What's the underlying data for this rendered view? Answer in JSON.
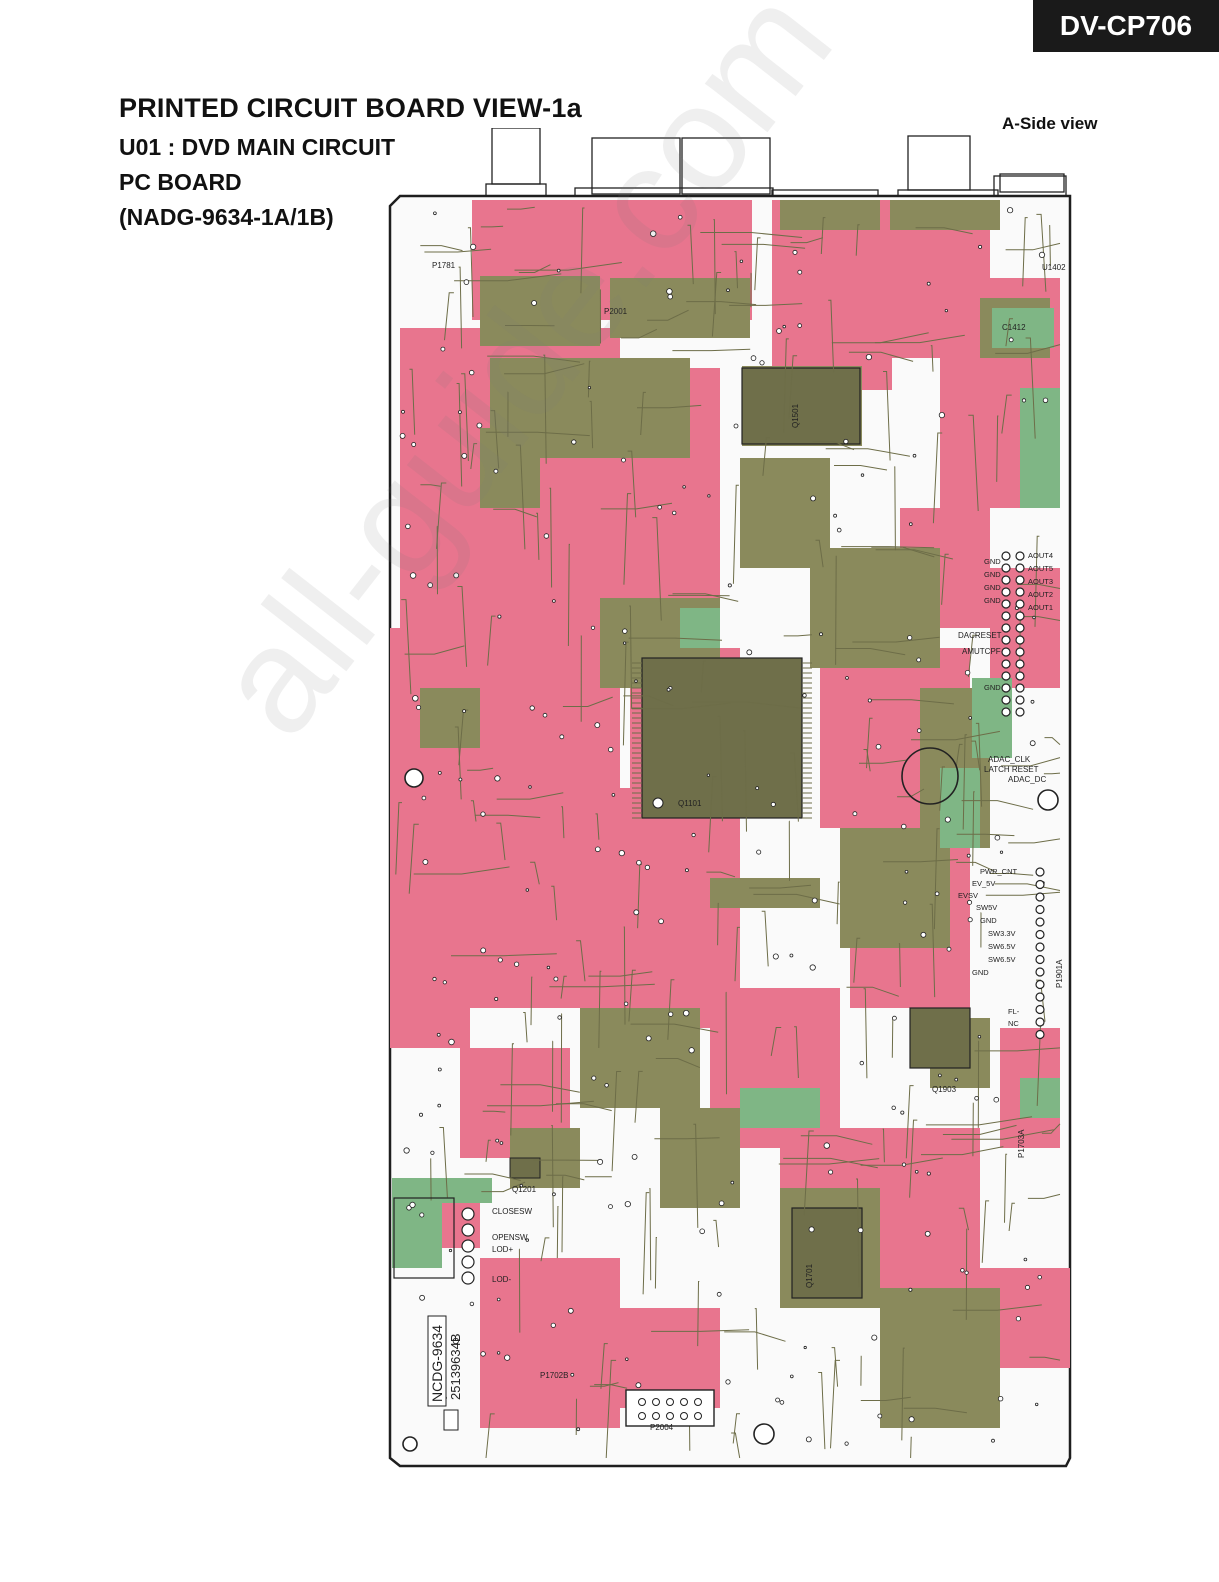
{
  "header": {
    "model": "DV-CP706",
    "title": "PRINTED CIRCUIT BOARD VIEW-1a",
    "subtitle_lines": [
      "U01 : DVD MAIN CIRCUIT",
      "PC BOARD",
      "(NADG-9634-1A/1B)"
    ],
    "side_view": "A-Side view"
  },
  "board": {
    "colors": {
      "substrate": "#ffffff",
      "copper_top": "#e8758e",
      "copper_bottom": "#8a8a5c",
      "silk": "#333333",
      "accent_green": "#7fb685"
    },
    "board_id": "NCDG-9634",
    "board_code": "25139634B",
    "chips": [
      "Q1101",
      "Q1501",
      "Q1701",
      "Q1903",
      "Q1201"
    ],
    "connector_labels_right": [
      "AOUT4",
      "AOUT5",
      "AOUT3",
      "AOUT2",
      "AOUT1",
      "GND",
      "GND",
      "GND",
      "GND",
      "GND"
    ],
    "power_labels": [
      "PWR_CNT",
      "EV_5V",
      "EVSV",
      "SW5V",
      "GND",
      "SW3.3V",
      "SW6.5V",
      "SW6.5V",
      "GND",
      "FL-",
      "NC"
    ],
    "front_labels": [
      "CLOSESW",
      "OPENSW",
      "LOD+",
      "LOD-"
    ],
    "misc_labels": [
      "P1781",
      "P2001",
      "P1702B",
      "P2004",
      "U1402",
      "C1412",
      "P1901A",
      "P1703A",
      "ADAC_CLK",
      "LATCH RESET",
      "ADAC_DC",
      "DACRESET",
      "AMUTCPF"
    ],
    "watermark": "all-guide.com"
  }
}
